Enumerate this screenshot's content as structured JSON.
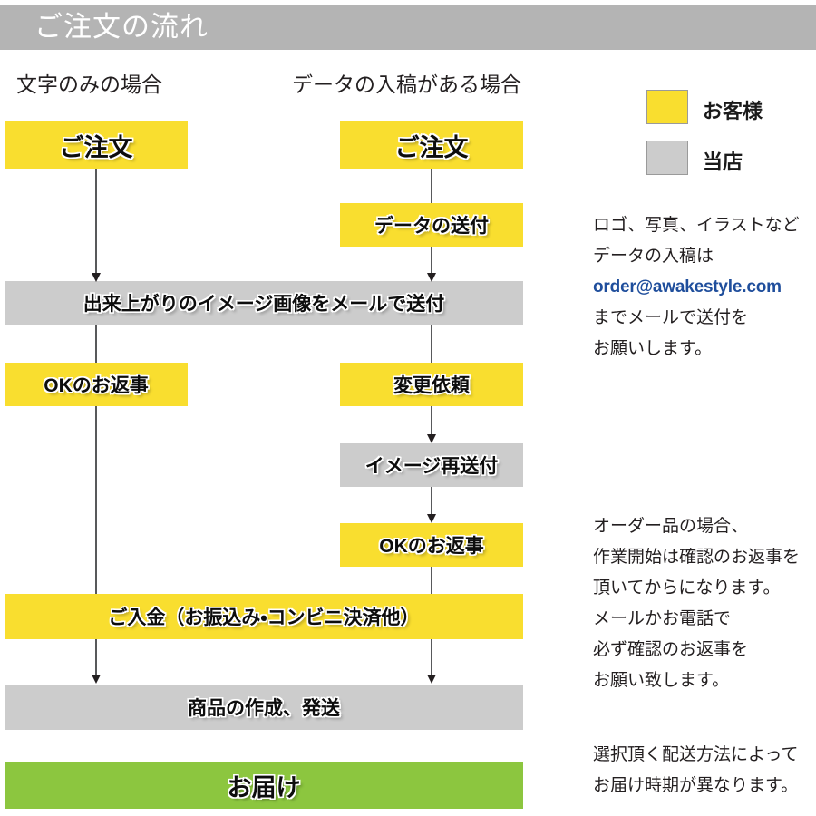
{
  "header": {
    "title": "ご注文の流れ"
  },
  "columns": {
    "left_caption": "文字のみの場合",
    "right_caption": "データの入稿がある場合"
  },
  "legend": {
    "items": [
      {
        "label": "お客様",
        "color": "#f9de2f",
        "swatch": "yellow"
      },
      {
        "label": "当店",
        "color": "#cccccc",
        "swatch": "gray"
      }
    ]
  },
  "flow": {
    "left_order": "ご注文",
    "right_order": "ご注文",
    "data_send": "データの送付",
    "image_mail": "出来上がりのイメージ画像をメールで送付",
    "ok_reply_left": "OKのお返事",
    "change_request": "変更依頼",
    "image_resend": "イメージ再送付",
    "ok_reply_right": "OKのお返事",
    "payment": "ご入金（お振込み・コンビニ決済他）",
    "make_ship": "商品の作成、発送",
    "delivery": "お届け"
  },
  "notes": {
    "data_submission": [
      "ロゴ、写真、イラストなど",
      "データの入稿は",
      "order@awakestyle.com",
      "までメールで送付を",
      "お願いします。"
    ],
    "data_submission_mail_index": 2,
    "order_confirm": [
      "オーダー品の場合、",
      "作業開始は確認のお返事を",
      "頂いてからになります。",
      "メールかお電話で",
      "必ず確認のお返事を",
      "お願い致します。"
    ],
    "shipping": [
      "選択頂く配送方法によって",
      "お届け時期が異なります。"
    ]
  },
  "colors": {
    "header_bar": "#b4b4b4",
    "customer": "#f9de2f",
    "shop": "#cccccc",
    "delivery": "#8cc63f",
    "link": "#1f4e9c",
    "arrow": "#58595b"
  }
}
